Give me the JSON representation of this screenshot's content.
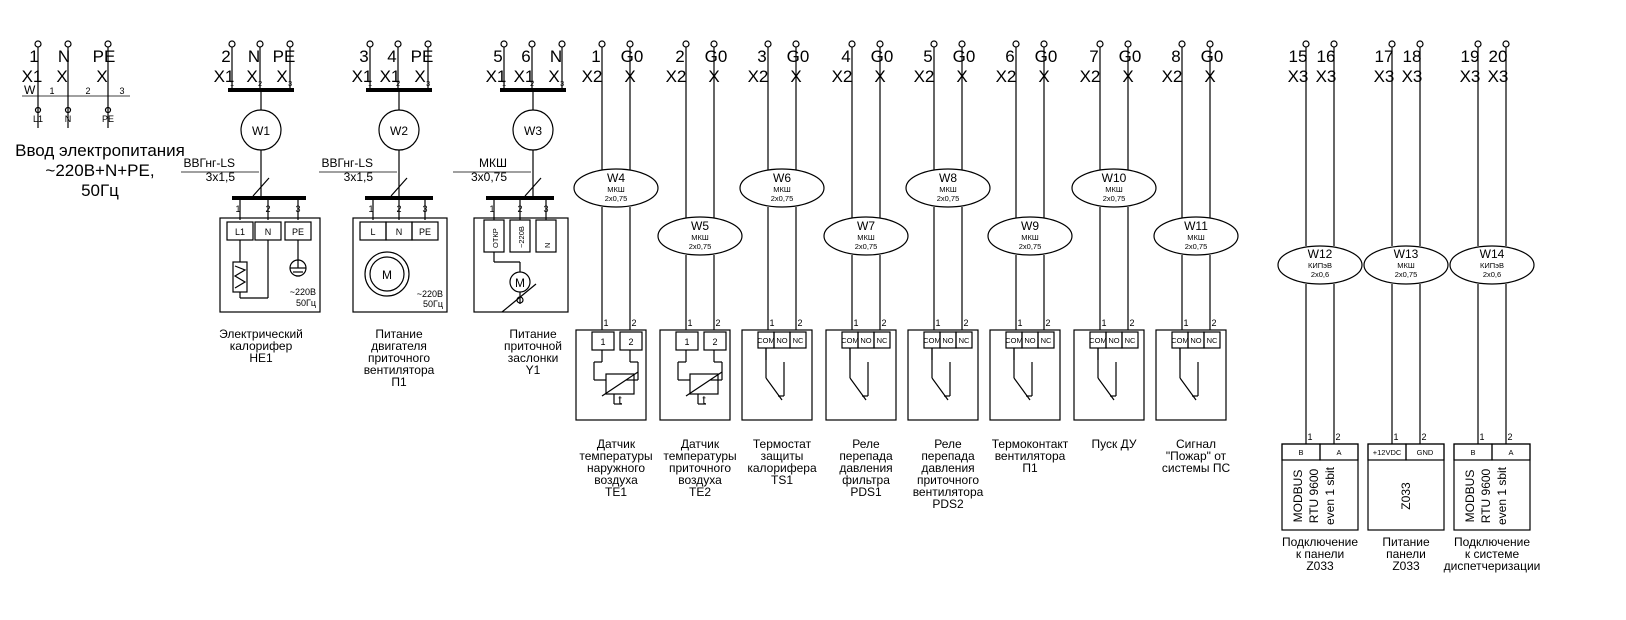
{
  "power_input": {
    "labels": [
      "1",
      "N",
      "PE"
    ],
    "tags": [
      "X1",
      "X",
      "X"
    ],
    "bus_label": "W",
    "pin_numbers": [
      "1",
      "2",
      "3"
    ],
    "outputs": [
      "L1",
      "N",
      "PE"
    ],
    "title_lines": [
      "Ввод электропитания",
      "~220В+N+PE,",
      "50Гц"
    ]
  },
  "power_groups": [
    {
      "terms": [
        "2",
        "N",
        "PE"
      ],
      "tags": [
        "X1",
        "X",
        "X"
      ],
      "subs": [
        "1",
        "2",
        "3"
      ],
      "cable": "W1",
      "cable_type": "ВВГнг-LS",
      "cable_size": "3х1,5",
      "pins": [
        "1",
        "2",
        "3"
      ],
      "device_terms": [
        "L1",
        "N",
        "PE"
      ],
      "rating": [
        "~220В",
        "50Гц"
      ],
      "caption": [
        "Электрический",
        "калорифер",
        "НЕ1"
      ]
    },
    {
      "terms": [
        "3",
        "4",
        "PE"
      ],
      "tags": [
        "X1",
        "X1",
        "X"
      ],
      "subs": [
        "1",
        "2",
        "3"
      ],
      "cable": "W2",
      "cable_type": "ВВГнг-LS",
      "cable_size": "3х1,5",
      "pins": [
        "1",
        "2",
        "3"
      ],
      "device_terms": [
        "L",
        "N",
        "PE"
      ],
      "motor": "M",
      "rating": [
        "~220В",
        "50Гц"
      ],
      "caption": [
        "Питание",
        "двигателя",
        "приточного",
        "вентилятора",
        "П1"
      ]
    },
    {
      "terms": [
        "5",
        "6",
        "N"
      ],
      "tags": [
        "X1",
        "X1",
        "X"
      ],
      "subs": [
        "1",
        "2",
        "3"
      ],
      "cable": "W3",
      "cable_type": "МКШ",
      "cable_size": "3х0,75",
      "pins": [
        "1",
        "2",
        "3"
      ],
      "device_terms": [
        "ОТКР",
        "~220В",
        "N"
      ],
      "motor": "M",
      "caption": [
        "Питание",
        "приточной",
        "заслонки",
        "Y1"
      ]
    }
  ],
  "signal_groups": [
    {
      "term": "1",
      "tag": "X2",
      "g": "G0",
      "gtag": "X",
      "cable": "W4",
      "type": "МКШ",
      "size": "2х0,75",
      "pins": [
        "1",
        "2"
      ],
      "terms": [
        "1",
        "2"
      ],
      "sensor": "t",
      "caption": [
        "Датчик",
        "температуры",
        "наружного",
        "воздуха",
        "ТЕ1"
      ]
    },
    {
      "term": "2",
      "tag": "X2",
      "g": "G0",
      "gtag": "X",
      "cable": "W5",
      "type": "МКШ",
      "size": "2х0,75",
      "pins": [
        "1",
        "2"
      ],
      "terms": [
        "1",
        "2"
      ],
      "sensor": "t",
      "caption": [
        "Датчик",
        "температуры",
        "приточного",
        "воздуха",
        "ТЕ2"
      ]
    },
    {
      "term": "3",
      "tag": "X2",
      "g": "G0",
      "gtag": "X",
      "cable": "W6",
      "type": "МКШ",
      "size": "2х0,75",
      "pins": [
        "1",
        "2"
      ],
      "terms": [
        "COM",
        "NO",
        "NC"
      ],
      "caption": [
        "Термостат",
        "защиты",
        "калорифера",
        "TS1"
      ]
    },
    {
      "term": "4",
      "tag": "X2",
      "g": "G0",
      "gtag": "X",
      "cable": "W7",
      "type": "МКШ",
      "size": "2х0,75",
      "pins": [
        "1",
        "2"
      ],
      "terms": [
        "COM",
        "NO",
        "NC"
      ],
      "caption": [
        "Реле",
        "перепада",
        "давления",
        "фильтра",
        "PDS1"
      ]
    },
    {
      "term": "5",
      "tag": "X2",
      "g": "G0",
      "gtag": "X",
      "cable": "W8",
      "type": "МКШ",
      "size": "2х0,75",
      "pins": [
        "1",
        "2"
      ],
      "terms": [
        "COM",
        "NO",
        "NC"
      ],
      "caption": [
        "Реле",
        "перепада",
        "давления",
        "приточного",
        "вентилятора",
        "PDS2"
      ]
    },
    {
      "term": "6",
      "tag": "X2",
      "g": "G0",
      "gtag": "X",
      "cable": "W9",
      "type": "МКШ",
      "size": "2х0,75",
      "pins": [
        "1",
        "2"
      ],
      "terms": [
        "COM",
        "NO",
        "NC"
      ],
      "caption": [
        "Термоконтакт",
        "вентилятора",
        "П1"
      ]
    },
    {
      "term": "7",
      "tag": "X2",
      "g": "G0",
      "gtag": "X",
      "cable": "W10",
      "type": "МКШ",
      "size": "2х0,75",
      "pins": [
        "1",
        "2"
      ],
      "terms": [
        "COM",
        "NO",
        "NC"
      ],
      "caption": [
        "Пуск ДУ"
      ]
    },
    {
      "term": "8",
      "tag": "X2",
      "g": "G0",
      "gtag": "X",
      "cable": "W11",
      "type": "МКШ",
      "size": "2х0,75",
      "pins": [
        "1",
        "2"
      ],
      "terms": [
        "COM",
        "NO",
        "NC"
      ],
      "caption": [
        "Сигнал",
        "\"Пожар\" от",
        "системы ПС"
      ]
    }
  ],
  "bus_groups": [
    {
      "terms": [
        "15",
        "16"
      ],
      "tags": [
        "X3",
        "X3"
      ],
      "cable": "W12",
      "type": "КИПэВ",
      "size": "2х0,6",
      "pins": [
        "1",
        "2"
      ],
      "device_terms": [
        "B",
        "A"
      ],
      "box_text": [
        "MODBUS",
        "RTU 9600",
        "even 1 sbit"
      ],
      "caption": [
        "Подключение",
        "к панели",
        "Z033"
      ]
    },
    {
      "terms": [
        "17",
        "18"
      ],
      "tags": [
        "X3",
        "X3"
      ],
      "cable": "W13",
      "type": "МКШ",
      "size": "2х0,75",
      "pins": [
        "1",
        "2"
      ],
      "device_terms": [
        "+12VDC",
        "GND"
      ],
      "box_text": [
        "Z033"
      ],
      "caption": [
        "Питание",
        "панели",
        "Z033"
      ]
    },
    {
      "terms": [
        "19",
        "20"
      ],
      "tags": [
        "X3",
        "X3"
      ],
      "cable": "W14",
      "type": "КИПэВ",
      "size": "2х0,6",
      "pins": [
        "1",
        "2"
      ],
      "device_terms": [
        "B",
        "A"
      ],
      "box_text": [
        "MODBUS",
        "RTU 9600",
        "even 1 sbit"
      ],
      "caption": [
        "Подключение",
        "к системе",
        "диспетчеризации"
      ]
    }
  ]
}
